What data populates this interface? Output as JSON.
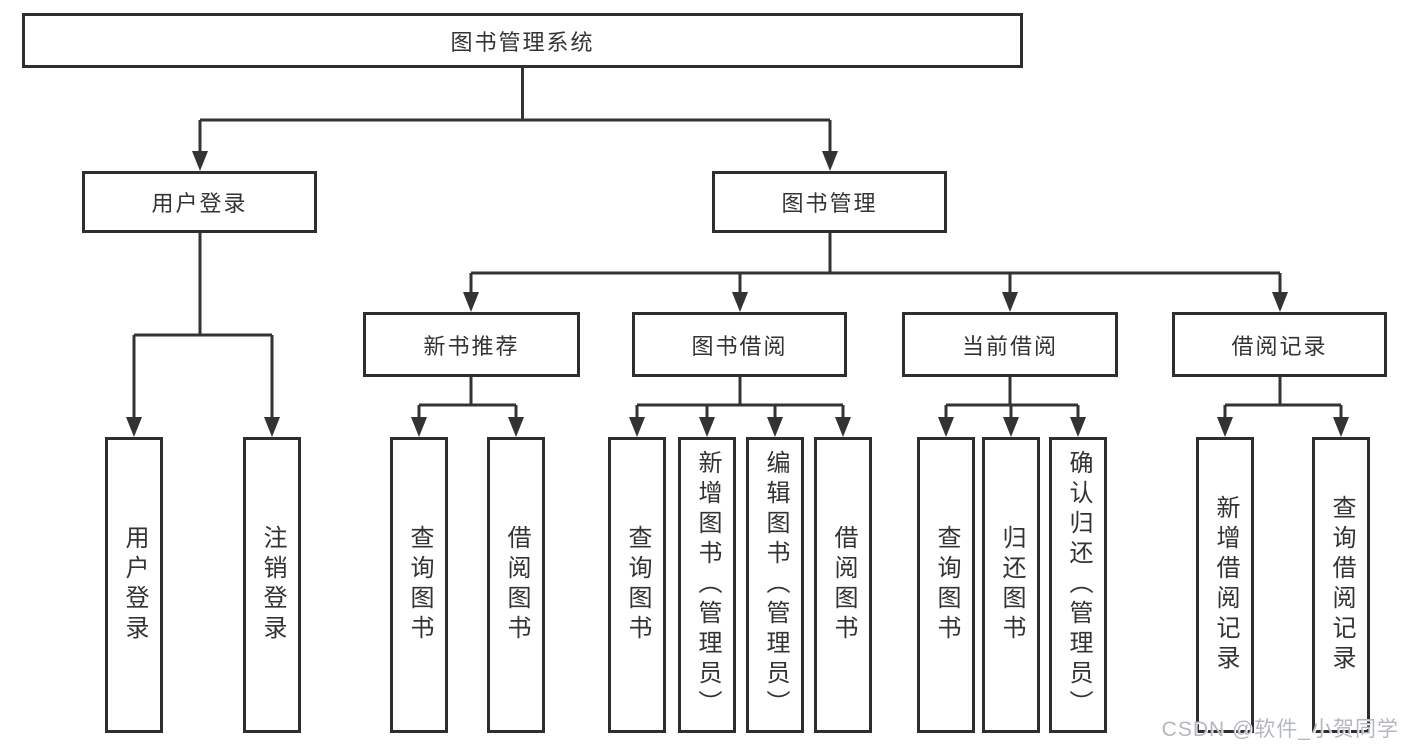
{
  "diagram": {
    "type": "hierarchy-tree",
    "colors": {
      "background": "#ffffff",
      "box_fill": "#ffffff",
      "box_border": "#2e2e2e",
      "line": "#333333",
      "text": "#333333",
      "watermark_text": "#b4b8bd"
    },
    "root": {
      "label": "图书管理系统"
    },
    "level2": [
      {
        "label": "用户登录"
      },
      {
        "label": "图书管理"
      }
    ],
    "level3": [
      {
        "label": "新书推荐"
      },
      {
        "label": "图书借阅"
      },
      {
        "label": "当前借阅"
      },
      {
        "label": "借阅记录"
      }
    ],
    "leaves": {
      "user_login": [
        {
          "label": "用户登录"
        },
        {
          "label": "注销登录"
        }
      ],
      "new_book": [
        {
          "label": "查询图书"
        },
        {
          "label": "借阅图书"
        }
      ],
      "book_borrow": [
        {
          "label": "查询图书"
        },
        {
          "label": "新增图书（管理员）"
        },
        {
          "label": "编辑图书（管理员）"
        },
        {
          "label": "借阅图书"
        }
      ],
      "current_borrow": [
        {
          "label": "查询图书"
        },
        {
          "label": "归还图书"
        },
        {
          "label": "确认归还（管理员）"
        }
      ],
      "borrow_records": [
        {
          "label": "新增借阅记录"
        },
        {
          "label": "查询借阅记录"
        }
      ]
    },
    "watermark": {
      "text": "CSDN @软件_小贺同学"
    }
  }
}
